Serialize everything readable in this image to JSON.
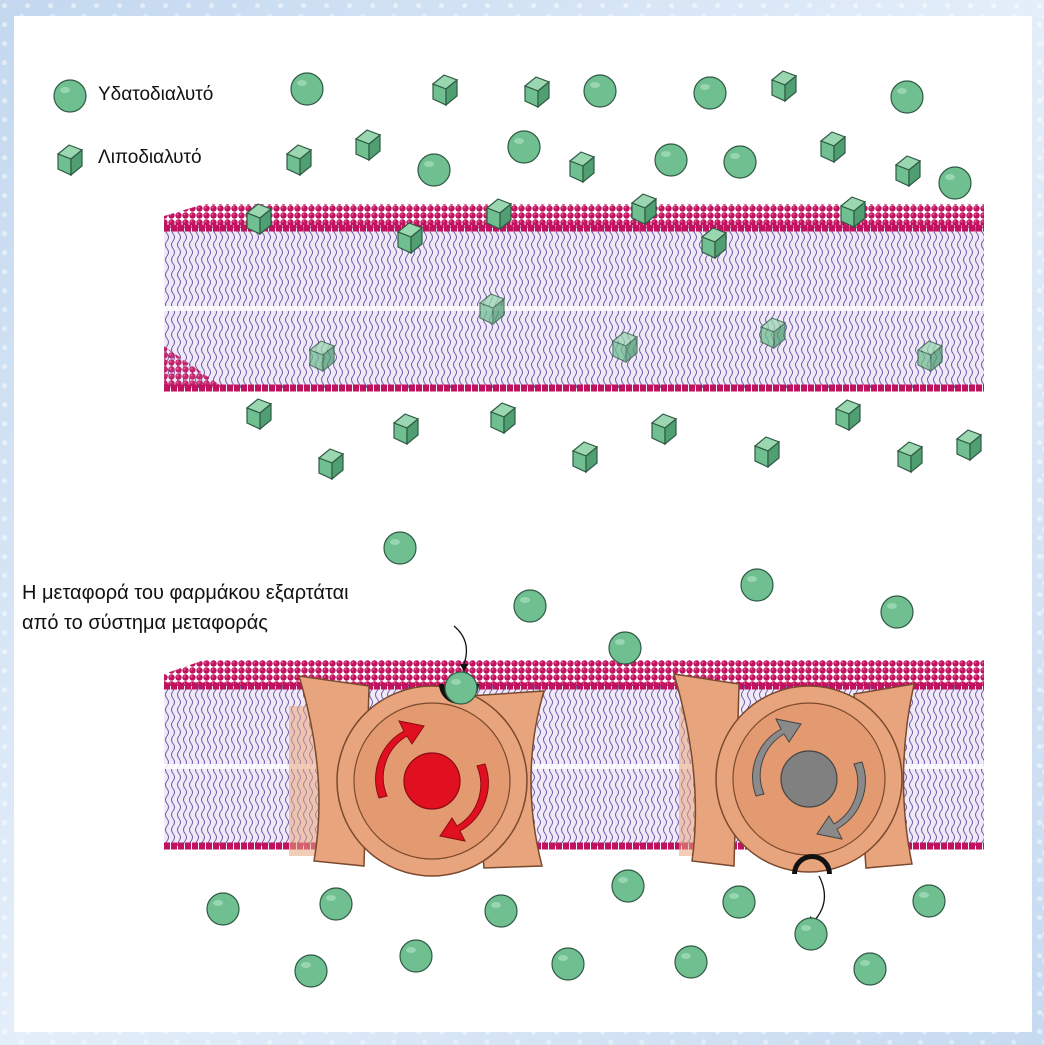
{
  "legend": {
    "water_soluble": "Υδατοδιαλυτό",
    "lipid_soluble": "Λιποδιαλυτό"
  },
  "caption": {
    "line1": "Η μεταφορά του φαρμάκου εξαρτάται",
    "line2": "από το σύστημα μεταφοράς"
  },
  "colors": {
    "molecule_fill": "#6fbf90",
    "molecule_stroke": "#2f5a43",
    "head_group": "#c0125e",
    "lipid_tail": "#6d5aa8",
    "membrane_bg": "#ede6f6",
    "carrier_protein": "#e8a47c",
    "carrier_stroke": "#7a4a2e",
    "active_center": "#e01020",
    "inactive_center": "#808080"
  }
}
